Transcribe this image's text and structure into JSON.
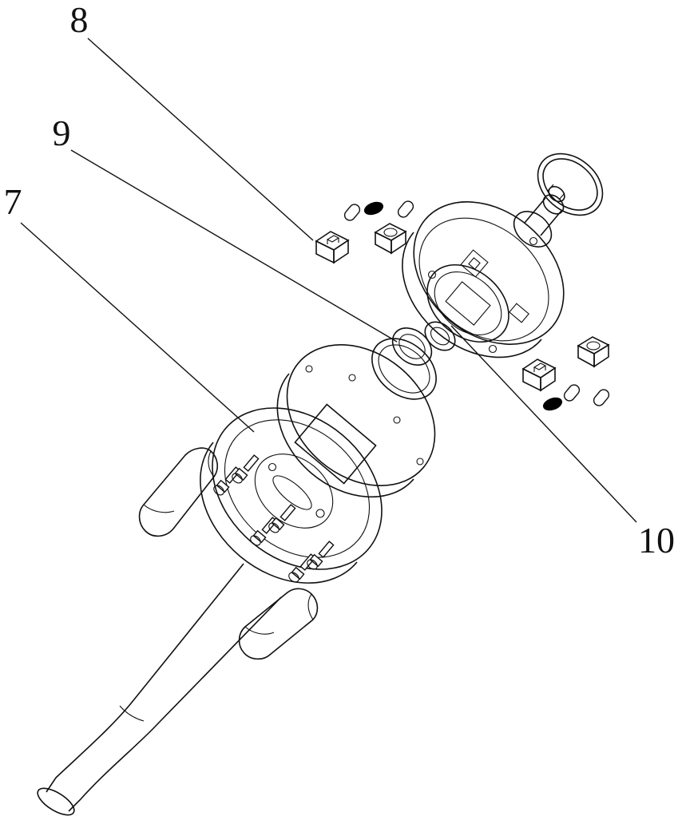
{
  "figure": {
    "type": "exploded-view-technical-drawing",
    "background_color": "#ffffff",
    "line_color": "#111111",
    "seal_fill_color": "#000000",
    "labels": [
      {
        "id": "ref-8",
        "text": "8"
      },
      {
        "id": "ref-9",
        "text": "9"
      },
      {
        "id": "ref-7",
        "text": "7"
      },
      {
        "id": "ref-10",
        "text": "10"
      }
    ]
  }
}
